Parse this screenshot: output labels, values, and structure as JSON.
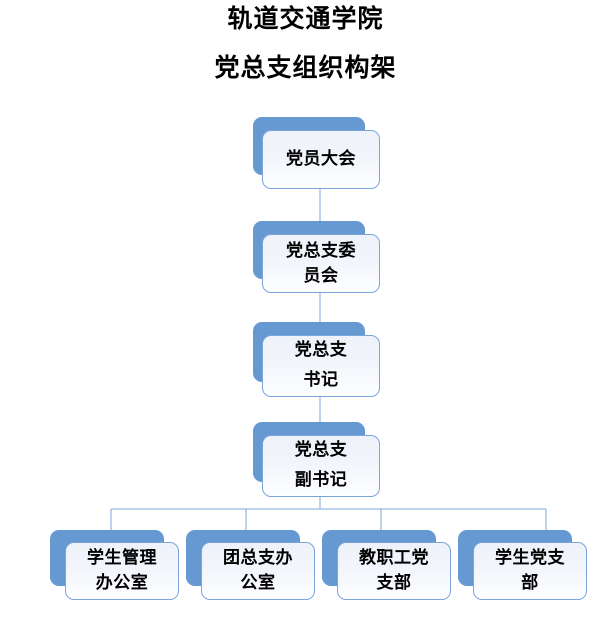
{
  "document": {
    "title_line_1": "轨道交通学院",
    "title_line_2": "党总支组织构架"
  },
  "colors": {
    "shadow_blue": "#6699D1",
    "card_border": "#7BA4D9",
    "card_fill_top": "#EEF2FA",
    "card_fill_bottom": "#FDFEFF",
    "connector_line": "#7BA4D9",
    "text": "#000000",
    "background": "#FFFFFF"
  },
  "chart_data": {
    "type": "diagram",
    "diagram_kind": "organizational-chart",
    "title": "轨道交通学院 党总支组织构架",
    "orientation": "top-down",
    "nodes": [
      {
        "id": "n1",
        "label": "党员大会",
        "level": 0,
        "lines": [
          "党员大会"
        ]
      },
      {
        "id": "n2",
        "label": "党总支委员会",
        "level": 1,
        "lines": [
          "党总支委",
          "员会"
        ]
      },
      {
        "id": "n3",
        "label": "党总支书记",
        "level": 2,
        "lines": [
          "党总支",
          "书记"
        ]
      },
      {
        "id": "n4",
        "label": "党总支副书记",
        "level": 3,
        "lines": [
          "党总支",
          "副书记"
        ]
      },
      {
        "id": "n5",
        "label": "学生管理办公室",
        "level": 4,
        "lines": [
          "学生管理",
          "办公室"
        ]
      },
      {
        "id": "n6",
        "label": "团总支办公室",
        "level": 4,
        "lines": [
          "团总支办",
          "公室"
        ]
      },
      {
        "id": "n7",
        "label": "教职工党支部",
        "level": 4,
        "lines": [
          "教职工党",
          "支部"
        ]
      },
      {
        "id": "n8",
        "label": "学生党支部",
        "level": 4,
        "lines": [
          "学生党支",
          "部"
        ]
      }
    ],
    "edges": [
      {
        "from": "n1",
        "to": "n2"
      },
      {
        "from": "n2",
        "to": "n3"
      },
      {
        "from": "n3",
        "to": "n4"
      },
      {
        "from": "n4",
        "to": "n5"
      },
      {
        "from": "n4",
        "to": "n6"
      },
      {
        "from": "n4",
        "to": "n7"
      },
      {
        "from": "n4",
        "to": "n8"
      }
    ]
  },
  "nodes": {
    "party_congress": {
      "text": "党员大会"
    },
    "branch_committee": {
      "text": "党总支委\n员会"
    },
    "branch_secretary": {
      "text": "党总支\n书记"
    },
    "deputy_secretary": {
      "text": "党总支\n副书记"
    },
    "student_affairs_office": {
      "text": "学生管理\n办公室"
    },
    "youth_league_office": {
      "text": "团总支办\n公室"
    },
    "staff_party_branch": {
      "text": "教职工党\n支部"
    },
    "student_party_branch": {
      "text": "学生党支\n部"
    }
  }
}
